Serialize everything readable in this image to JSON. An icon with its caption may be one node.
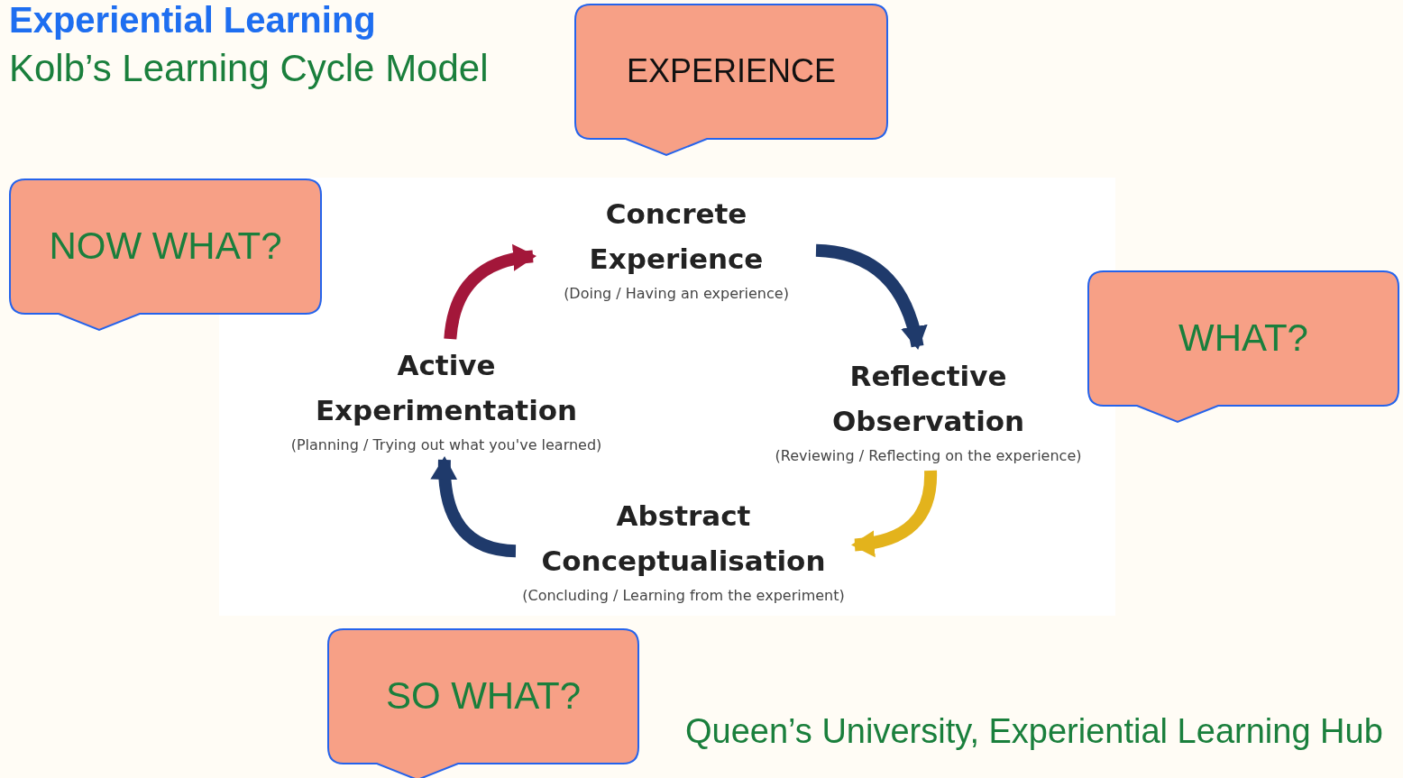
{
  "diagram": {
    "title": "Experiential Learning",
    "nodes": [
      {
        "text": [
          "EXPERIENCE"
        ]
      },
      {
        "text": [
          "NOW WHAT?"
        ]
      },
      {
        "text": [
          "Concrete Experience",
          "(Doing / Having an experience)"
        ]
      },
      {
        "text": [
          "WHAT?"
        ]
      },
      {
        "text": [
          "Active Experimentation",
          "(Planning / Trying out what you've learned)"
        ]
      },
      {
        "text": [
          "Reflective Observation",
          "(Reviewing / Reflecting on the experience)"
        ]
      },
      {
        "text": [
          "Abstract Conceptualisation",
          "(Concluding / Learning from the experiment)"
        ]
      },
      {
        "text": [
          "SO WHAT?"
        ]
      }
    ],
    "edges": [
      {
        "from": 2,
        "to": 5,
        "arrow": "to"
      },
      {
        "from": 5,
        "to": 6,
        "arrow": "to",
        "color": "#e3b31c"
      },
      {
        "from": 6,
        "to": 4,
        "arrow": "to"
      },
      {
        "from": 4,
        "to": 2,
        "arrow": "to",
        "color": "#a3173a"
      }
    ],
    "labels": [
      "Kolb’s Learning Cycle Model",
      "Queen’s University, Experiential Learning Hub"
    ]
  }
}
